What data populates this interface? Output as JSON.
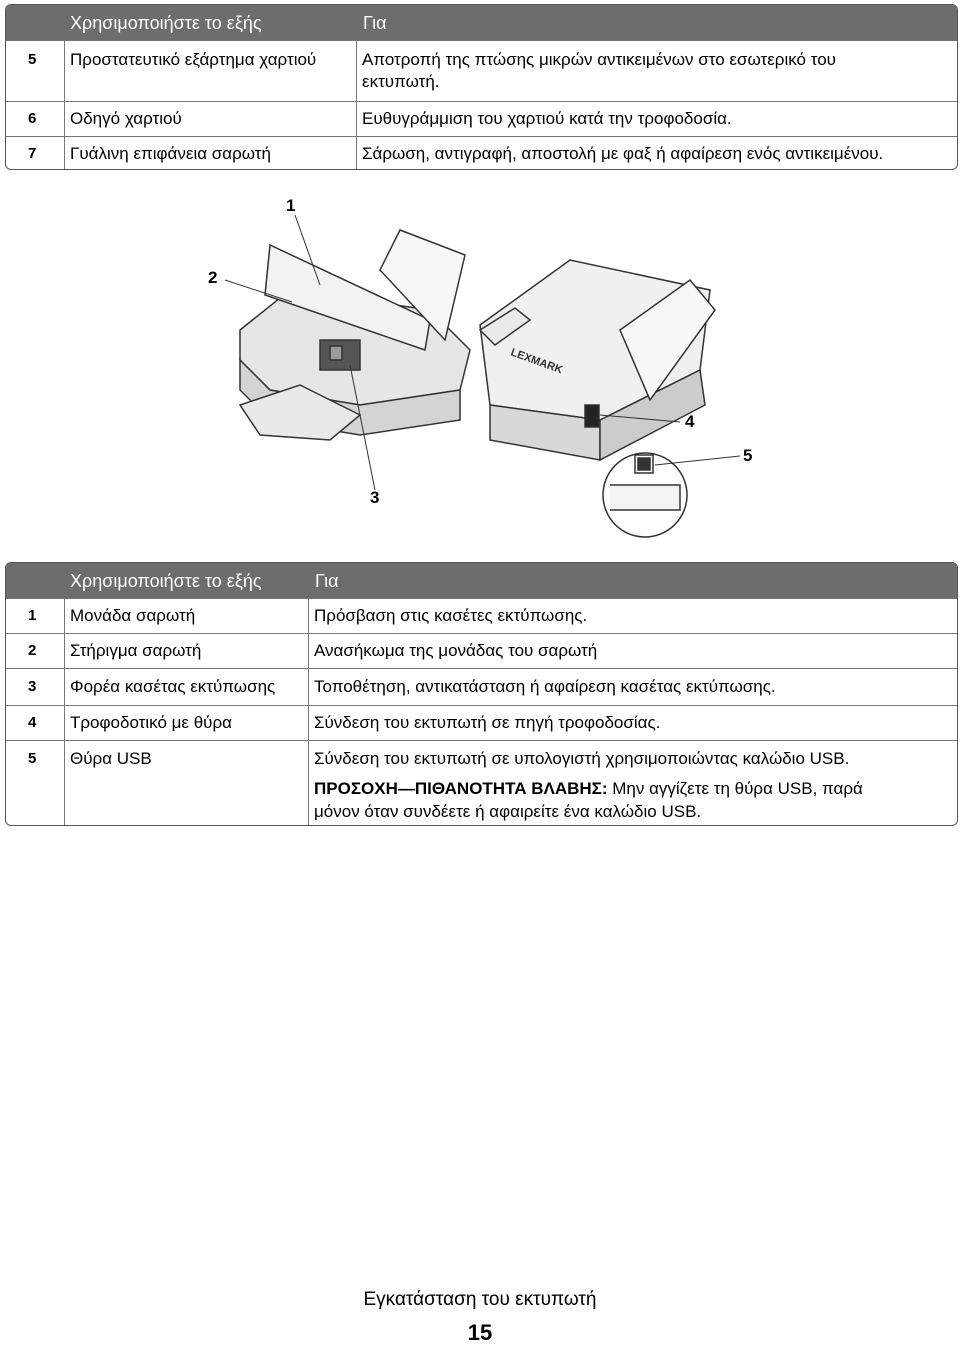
{
  "table1": {
    "header": {
      "col1": "Χρησιμοποιήστε το εξής",
      "col2": "Για"
    },
    "rows": [
      {
        "num": "5",
        "item": "Προστατευτικό εξάρτημα χαρτιού",
        "desc_line1": "Αποτροπή της πτώσης μικρών αντικειμένων στο εσωτερικό του",
        "desc_line2": "εκτυπωτή."
      },
      {
        "num": "6",
        "item": "Οδηγό χαρτιού",
        "desc": "Ευθυγράμμιση του χαρτιού κατά την τροφοδοσία."
      },
      {
        "num": "7",
        "item": "Γυάλινη επιφάνεια σαρωτή",
        "desc": "Σάρωση, αντιγραφή, αποστολή με φαξ ή αφαίρεση ενός αντικειμένου."
      }
    ]
  },
  "illustration": {
    "callouts": [
      "1",
      "2",
      "3",
      "4",
      "5"
    ],
    "brand_text": "LEXMARK"
  },
  "table2": {
    "header": {
      "col1": "Χρησιμοποιήστε το εξής",
      "col2": "Για"
    },
    "rows": [
      {
        "num": "1",
        "item": "Μονάδα σαρωτή",
        "desc": "Πρόσβαση στις κασέτες εκτύπωσης."
      },
      {
        "num": "2",
        "item": "Στήριγμα σαρωτή",
        "desc": "Ανασήκωμα της μονάδας του σαρωτή"
      },
      {
        "num": "3",
        "item": "Φορέα κασέτας εκτύπωσης",
        "desc": "Τοποθέτηση, αντικατάσταση ή αφαίρεση κασέτας εκτύπωσης."
      },
      {
        "num": "4",
        "item": "Τροφοδοτικό με θύρα",
        "desc": "Σύνδεση του εκτυπωτή σε πηγή τροφοδοσίας."
      },
      {
        "num": "5",
        "item": "Θύρα USB",
        "desc": "Σύνδεση του εκτυπωτή σε υπολογιστή χρησιμοποιώντας καλώδιο USB.",
        "warning_label": "ΠΡΟΣΟΧΗ—ΠΙΘΑΝΟΤΗΤΑ ΒΛΑΒΗΣ:",
        "warning_text_line1": " Μην αγγίζετε τη θύρα USB, παρά",
        "warning_text_line2": "μόνον όταν συνδέετε ή αφαιρείτε ένα καλώδιο USB."
      }
    ]
  },
  "footer": {
    "section_title": "Εγκατάσταση του εκτυπωτή",
    "page_number": "15"
  }
}
